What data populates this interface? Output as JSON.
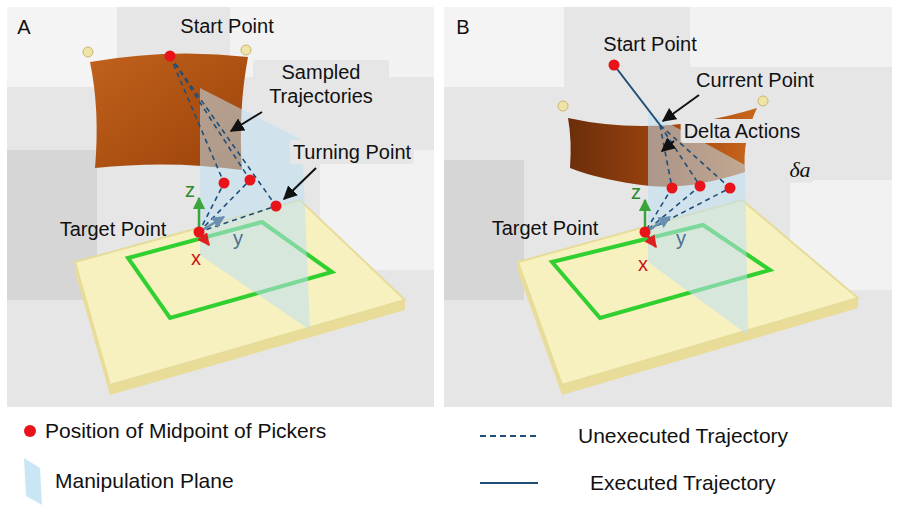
{
  "diagram": {
    "labels": [
      "A",
      "Start Point",
      "Sampled Trajectories",
      "Turning Point",
      "Target Point",
      "z",
      "y",
      "x",
      "B",
      "Start Point",
      "Current Point",
      "Delta Actions",
      "δa",
      "Target Point",
      "z",
      "y",
      "x"
    ],
    "legend": [
      {
        "text": "Position of Midpoint of Pickers",
        "color": "#e8141a"
      },
      {
        "text": "Manipulation Plane",
        "color": "#bde0f3"
      },
      {
        "text": "Unexecuted Trajectory"
      },
      {
        "text": "Executed Trajectory"
      }
    ]
  }
}
